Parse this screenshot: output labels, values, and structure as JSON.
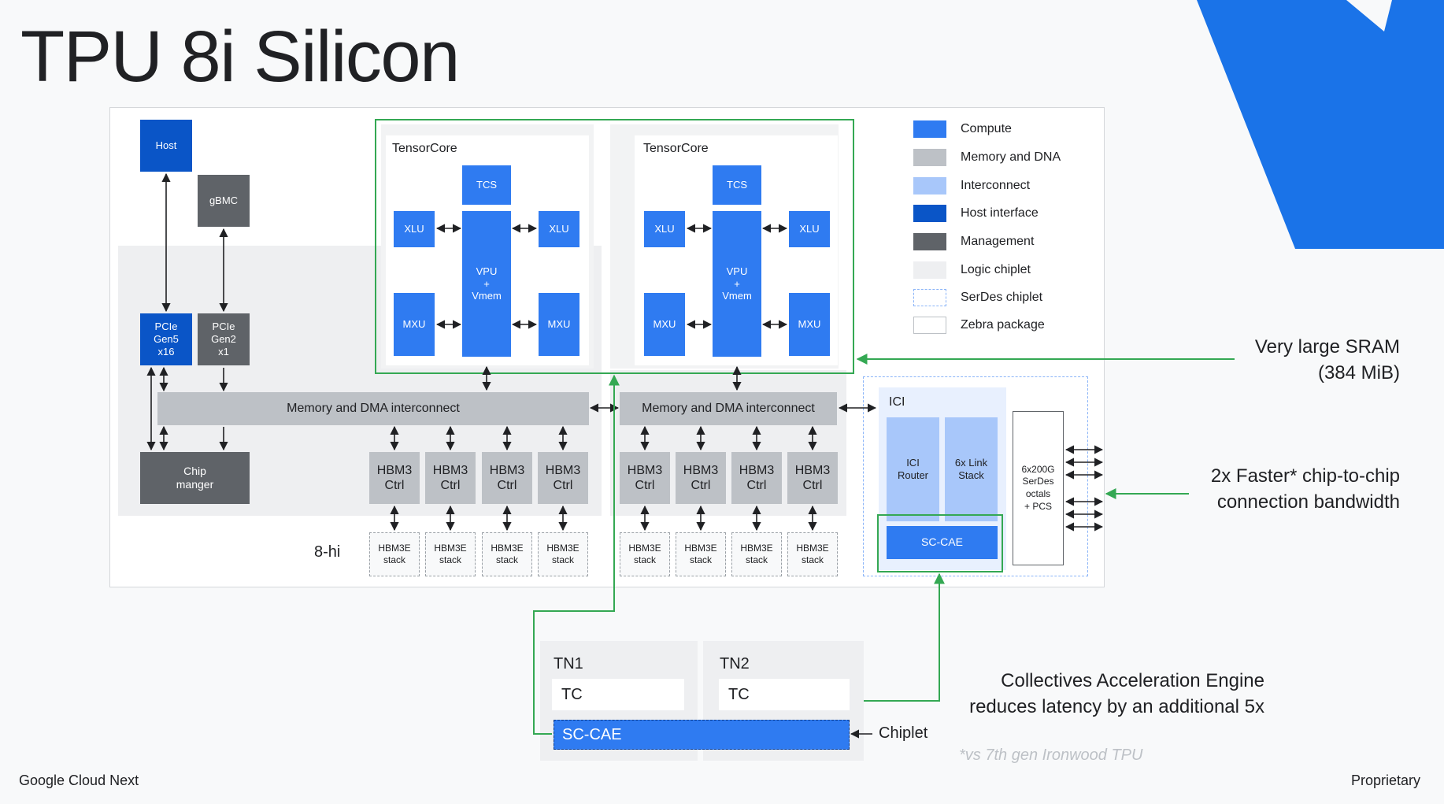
{
  "title": "TPU 8i Silicon",
  "colors": {
    "compute": "#2f7bf1",
    "memory_dna": "#bdc1c6",
    "interconnect": "#a8c7fa",
    "host_interface": "#0a55c7",
    "management": "#5f6368",
    "logic_chiplet": "#eeeff1",
    "accent_green": "#34a853",
    "deco_blue": "#1a73e8"
  },
  "blocks": {
    "host": "Host",
    "gbmc": "gBMC",
    "pcie_gen5": [
      "PCIe",
      "Gen5",
      "x16"
    ],
    "pcie_gen2": [
      "PCIe",
      "Gen2",
      "x1"
    ],
    "chip_manager": [
      "Chip",
      "manger"
    ],
    "mem_dma_left": "Memory and DMA interconnect",
    "mem_dma_right": "Memory and DMA interconnect",
    "hbm_ctrl": [
      "HBM3",
      "Ctrl"
    ],
    "hbm_stack": [
      "HBM3E",
      "stack"
    ],
    "eight_hi": "8-hi",
    "ici": "ICI",
    "ici_router": [
      "ICI",
      "Router"
    ],
    "link_stack": [
      "6x Link",
      "Stack"
    ],
    "sc_cae": "SC-CAE",
    "serdes": [
      "6x200G",
      "SerDes",
      "octals",
      "+ PCS"
    ]
  },
  "tensorcores": [
    {
      "title": "TensorCore",
      "tcs": "TCS",
      "xlu": "XLU",
      "mxu": "MXU",
      "vpu": [
        "VPU",
        "+",
        "Vmem"
      ]
    },
    {
      "title": "TensorCore",
      "tcs": "TCS",
      "xlu": "XLU",
      "mxu": "MXU",
      "vpu": [
        "VPU",
        "+",
        "Vmem"
      ]
    }
  ],
  "legend": [
    {
      "label": "Compute",
      "key": "compute"
    },
    {
      "label": "Memory and DNA",
      "key": "memory_dna"
    },
    {
      "label": "Interconnect",
      "key": "interconnect"
    },
    {
      "label": "Host interface",
      "key": "host_interface"
    },
    {
      "label": "Management",
      "key": "management"
    },
    {
      "label": "Logic chiplet",
      "key": "logic_chiplet"
    },
    {
      "label": "SerDes chiplet",
      "key": "serdes_chiplet"
    },
    {
      "label": "Zebra package",
      "key": "zebra_package"
    }
  ],
  "callouts": {
    "sram": [
      "Very large SRAM",
      "(384 MiB)"
    ],
    "bandwidth": [
      "2x Faster* chip-to-chip",
      "connection bandwidth"
    ],
    "cae": [
      "Collectives Acceleration Engine",
      "reduces latency by an additional 5x"
    ],
    "footnote": "*vs 7th gen Ironwood TPU"
  },
  "chiplet": {
    "tn1": "TN1",
    "tn2": "TN2",
    "tc": "TC",
    "sc_cae": "SC-CAE",
    "label": "Chiplet"
  },
  "footer": {
    "left": "Google Cloud Next",
    "right": "Proprietary"
  }
}
